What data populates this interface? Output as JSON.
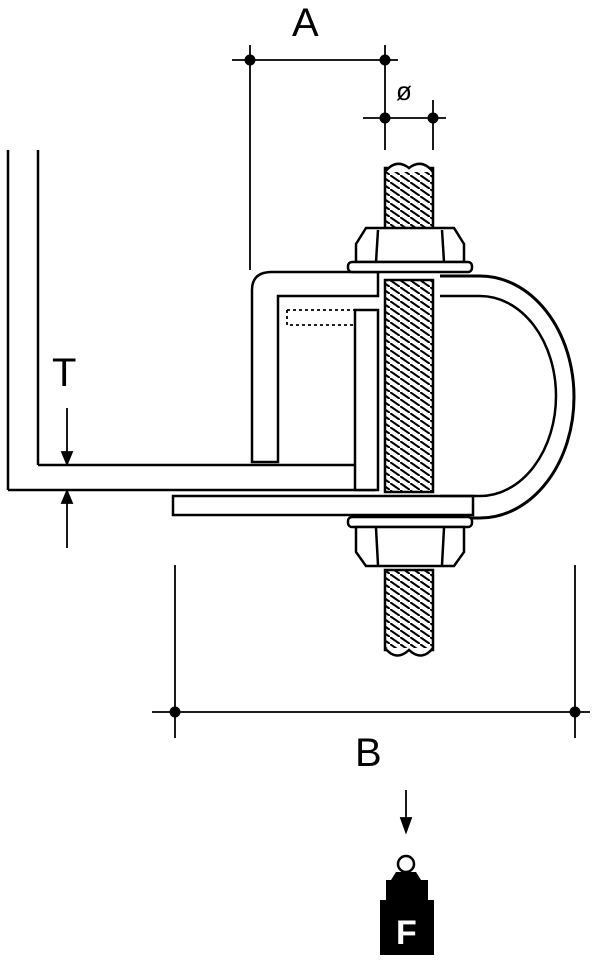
{
  "labels": {
    "a": "A",
    "diameter": "ø",
    "t": "T",
    "b": "B",
    "weight": "F"
  },
  "colors": {
    "line": "#000000",
    "fill": "#ffffff",
    "weight": "#000000"
  }
}
